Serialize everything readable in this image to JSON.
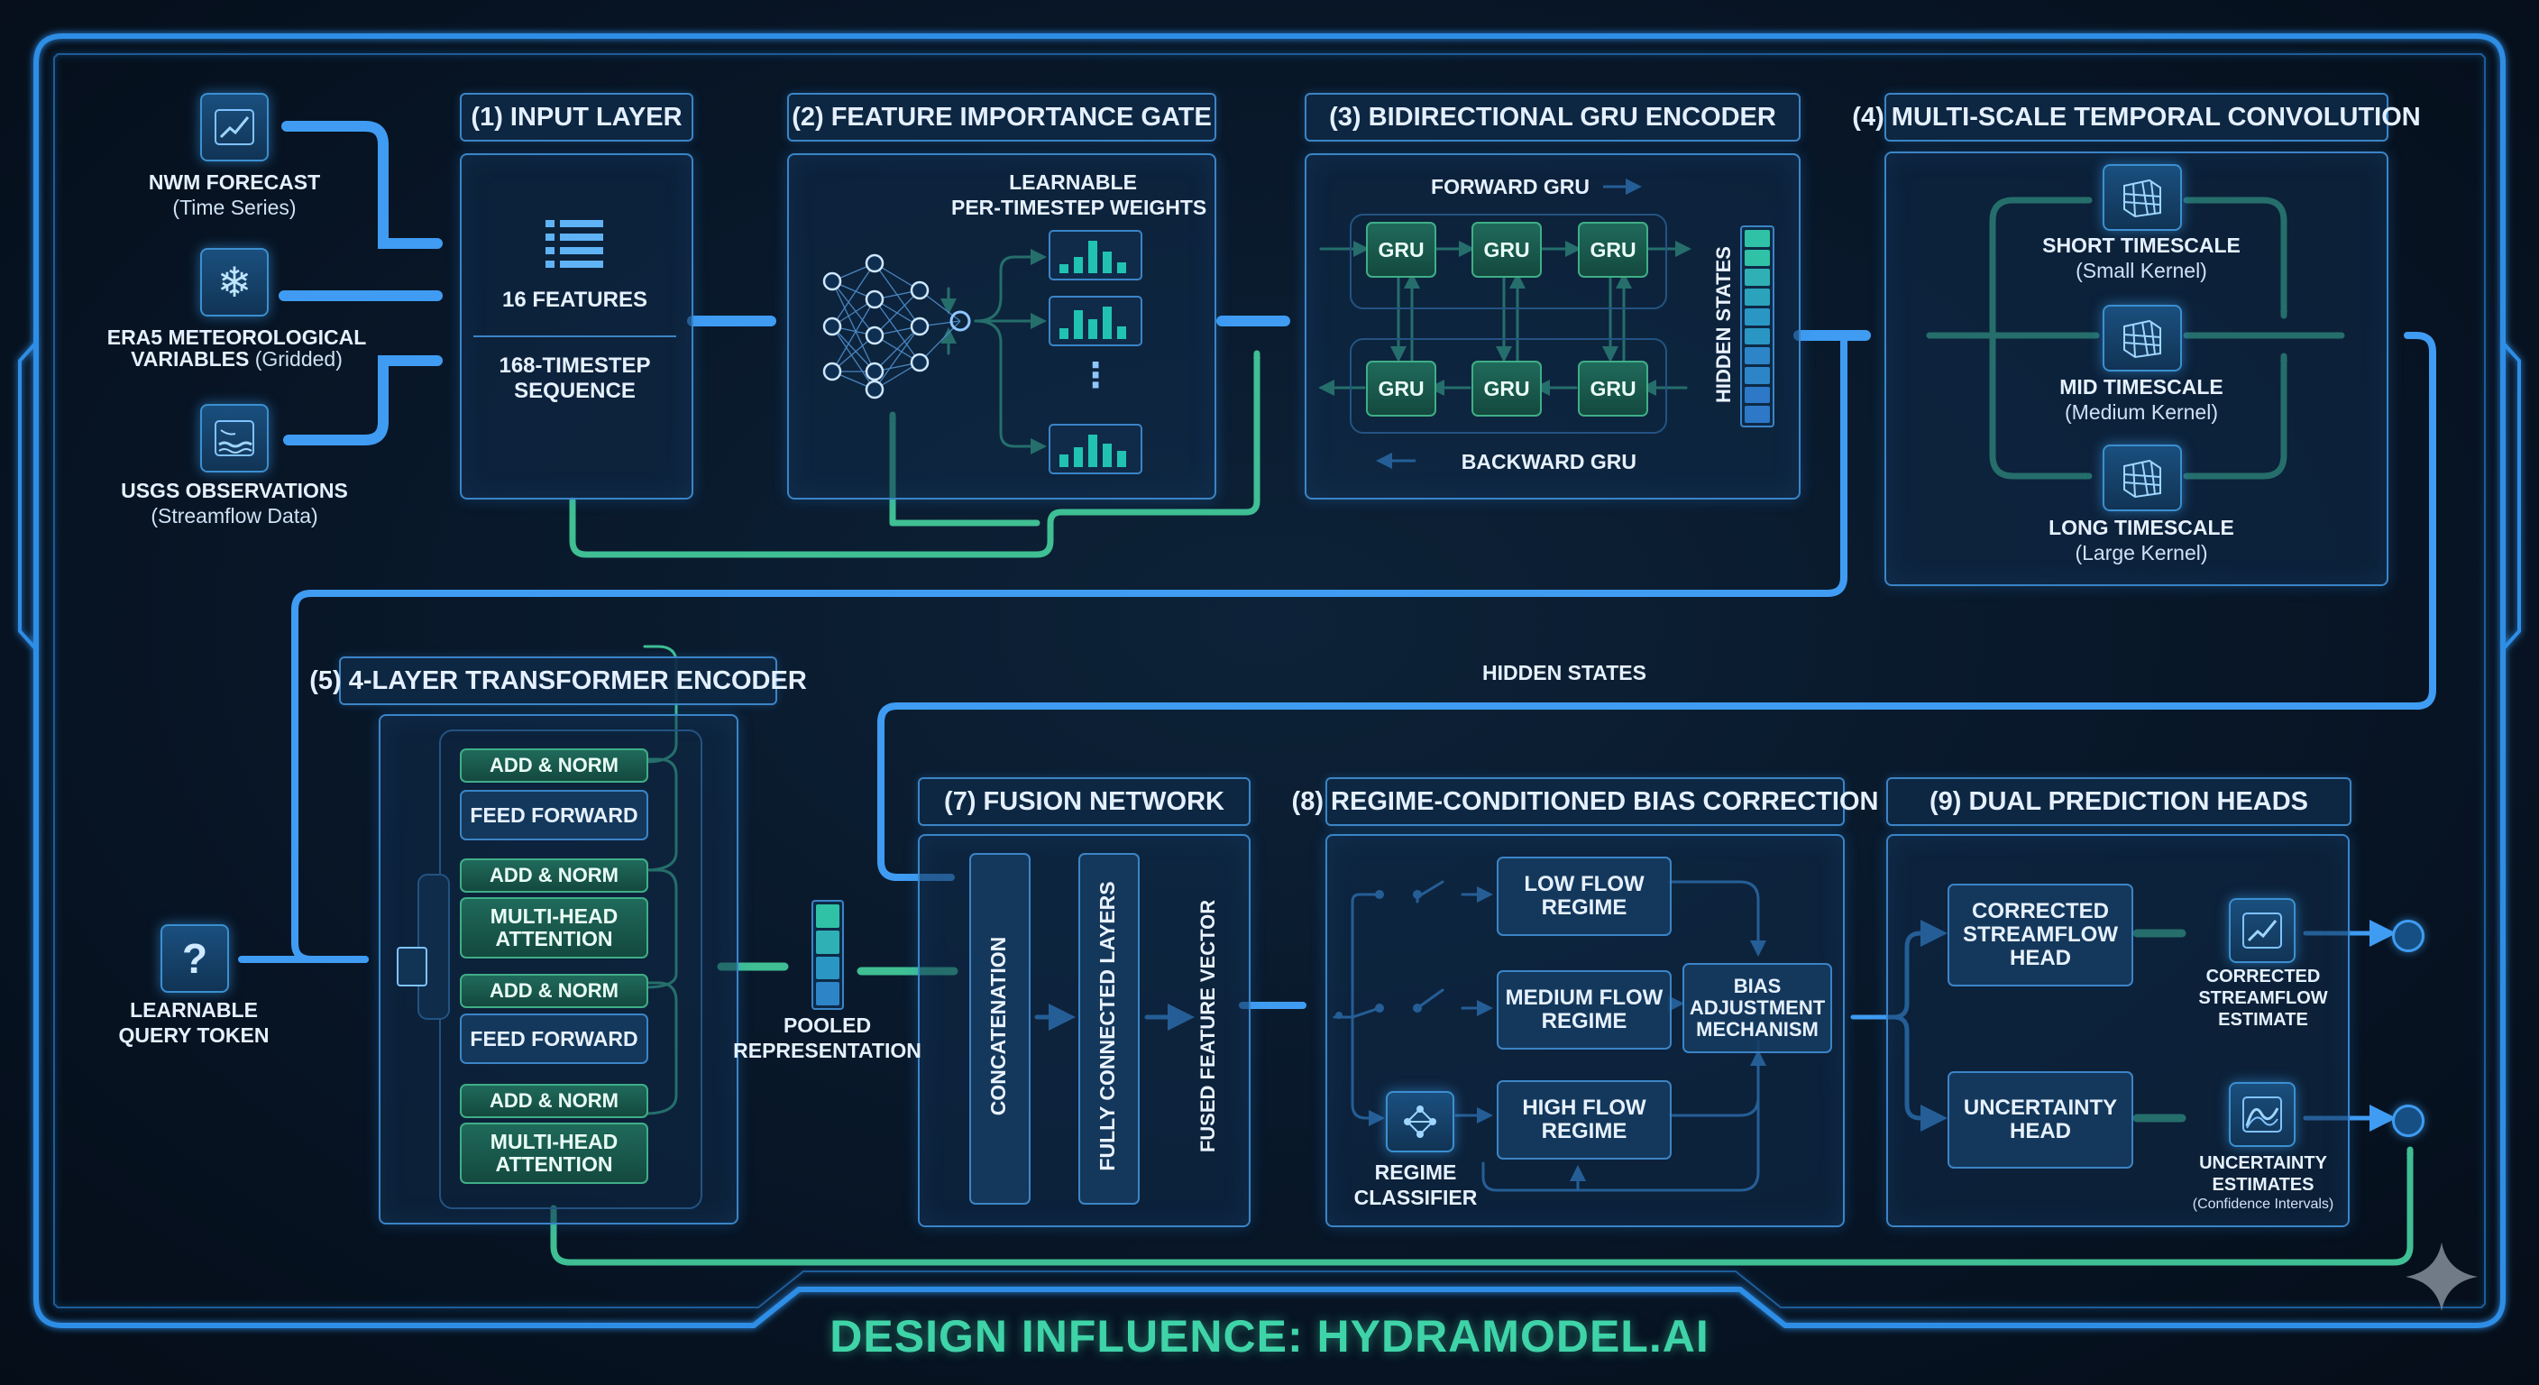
{
  "inputs": {
    "nwm": {
      "title": "NWM FORECAST",
      "sub": "(Time Series)"
    },
    "era5": {
      "title1": "ERA5 METEOROLOGICAL",
      "title2": "VARIABLES",
      "sub": "(Gridded)"
    },
    "usgs": {
      "title": "USGS OBSERVATIONS",
      "sub": "(Streamflow Data)"
    }
  },
  "input_layer": {
    "title": "(1) INPUT LAYER",
    "features": "16 FEATURES",
    "seq1": "168-TIMESTEP",
    "seq2": "SEQUENCE"
  },
  "feature_gate": {
    "title": "(2) FEATURE IMPORTANCE GATE",
    "label1": "LEARNABLE",
    "label2": "PER-TIMESTEP WEIGHTS",
    "ellipsis": "⋮"
  },
  "gru": {
    "title": "(3) BIDIRECTIONAL GRU ENCODER",
    "forward": "FORWARD GRU",
    "backward": "BACKWARD GRU",
    "cell": "GRU",
    "hidden": "HIDDEN STATES"
  },
  "tcn": {
    "title": "(4) MULTI-SCALE TEMPORAL CONVOLUTION",
    "short": "SHORT TIMESCALE",
    "short_sub": "(Small Kernel)",
    "mid": "MID TIMESCALE",
    "mid_sub": "(Medium Kernel)",
    "long": "LONG TIMESCALE",
    "long_sub": "(Large Kernel)"
  },
  "hidden_states_label": "HIDDEN STATES",
  "transformer": {
    "title": "(5) 4-LAYER TRANSFORMER ENCODER",
    "add_norm": "ADD & NORM",
    "feed_forward": "FEED FORWARD",
    "mha1": "MULTI-HEAD",
    "mha2": "ATTENTION"
  },
  "query": {
    "label1": "LEARNABLE",
    "label2": "QUERY TOKEN",
    "glyph": "?"
  },
  "pooled": {
    "label1": "POOLED",
    "label2": "REPRESENTATION"
  },
  "fusion": {
    "title": "(7) FUSION NETWORK",
    "concat": "CONCATENATION",
    "fc": "FULLY CONNECTED LAYERS",
    "fused": "FUSED FEATURE VECTOR"
  },
  "bias": {
    "title": "(8) REGIME-CONDITIONED BIAS CORRECTION",
    "low1": "LOW FLOW",
    "low2": "REGIME",
    "med1": "MEDIUM FLOW",
    "med2": "REGIME",
    "high1": "HIGH FLOW",
    "high2": "REGIME",
    "mech1": "BIAS",
    "mech2": "ADJUSTMENT",
    "mech3": "MECHANISM",
    "clf1": "REGIME",
    "clf2": "CLASSIFIER"
  },
  "heads": {
    "title": "(9) DUAL PREDICTION HEADS",
    "corr1": "CORRECTED",
    "corr2": "STREAMFLOW",
    "corr3": "HEAD",
    "unc1": "UNCERTAINTY",
    "unc2": "HEAD",
    "out1a": "CORRECTED",
    "out1b": "STREAMFLOW",
    "out1c": "ESTIMATE",
    "out2a": "UNCERTAINTY",
    "out2b": "ESTIMATES",
    "out2c": "(Confidence Intervals)"
  },
  "footer": "DESIGN INFLUENCE: HYDRAMODEL.AI",
  "colors": {
    "blue": "#3b84c6",
    "green": "#3fae86",
    "teal": "#22c2b3",
    "accent": "#36d6b0"
  },
  "icons": [
    "line-chart-icon",
    "snowflake-icon",
    "water-gauge-icon",
    "neural-net-icon",
    "kernel-grid-icon",
    "question-icon",
    "switch-icon",
    "classifier-icon",
    "output-node-icon",
    "sparkle-icon"
  ]
}
